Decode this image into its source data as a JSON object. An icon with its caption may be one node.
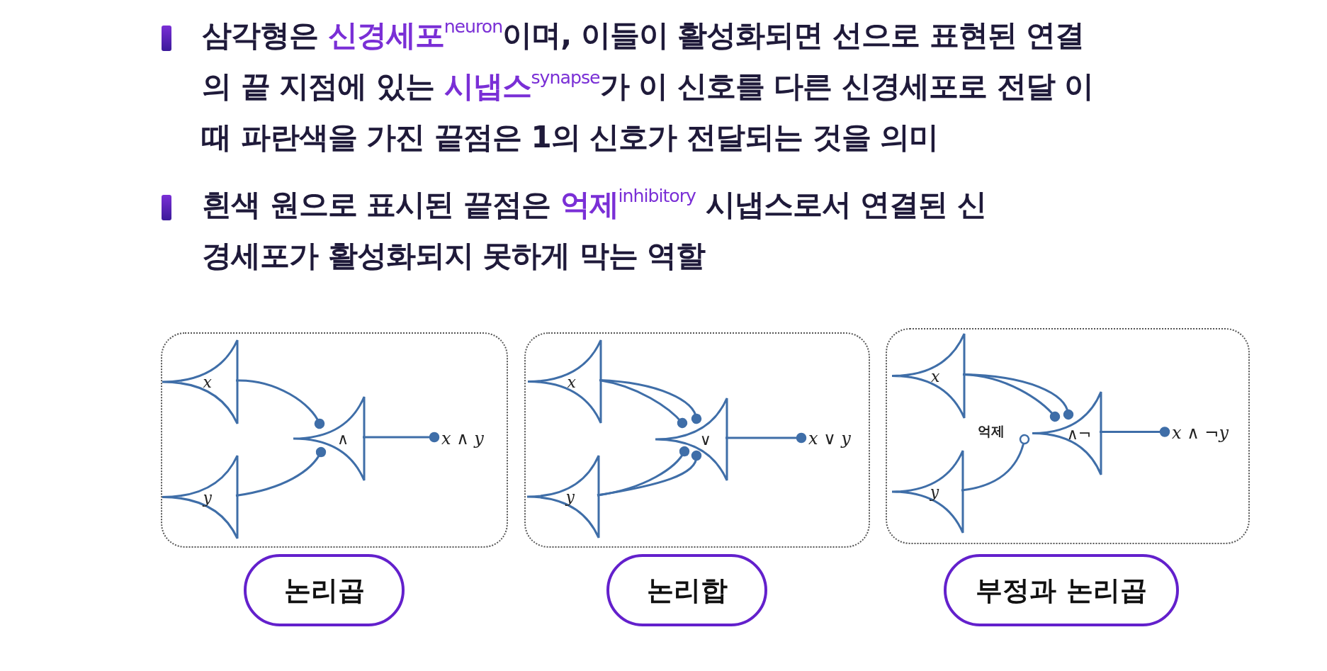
{
  "diagram": {
    "nodes": [
      {
        "text": [],
        "shape": "box"
      },
      {
        "text": [
          "x"
        ],
        "in": 0
      },
      {
        "text": [
          "y"
        ],
        "in": 0
      },
      {
        "text": [
          "∧"
        ],
        "in": 0
      },
      {
        "text": [
          "x ∧ y"
        ],
        "in": 0
      },
      {
        "text": [
          "논리곱"
        ]
      },
      {
        "text": [],
        "shape": "box"
      },
      {
        "text": [
          "x"
        ],
        "in": 6
      },
      {
        "text": [
          "y"
        ],
        "in": 6
      },
      {
        "text": [
          "∨"
        ],
        "in": 6
      },
      {
        "text": [
          "x ∨ y"
        ],
        "in": 6
      },
      {
        "text": [
          "논리합"
        ]
      },
      {
        "text": [],
        "shape": "box"
      },
      {
        "text": [
          "x"
        ],
        "in": 12
      },
      {
        "text": [
          "y"
        ],
        "in": 12
      },
      {
        "text": [
          "∧¬"
        ],
        "in": 12
      },
      {
        "text": [
          "x ∧ ¬y"
        ],
        "in": 12
      },
      {
        "text": [
          "부정과 논리곱"
        ]
      }
    ],
    "edges": [
      {
        "from": 1,
        "to": 3,
        "arrow": "other"
      },
      {
        "from": 2,
        "to": 3,
        "arrow": "other"
      },
      {
        "from": 3,
        "to": 4,
        "arrow": "other"
      },
      {
        "from": 7,
        "to": 9,
        "arrow": "other"
      },
      {
        "from": 7,
        "to": 9,
        "arrow": "other"
      },
      {
        "from": 8,
        "to": 9,
        "arrow": "other"
      },
      {
        "from": 8,
        "to": 9,
        "arrow": "other"
      },
      {
        "from": 9,
        "to": 10,
        "arrow": "other"
      },
      {
        "from": 13,
        "to": 15,
        "arrow": "other"
      },
      {
        "from": 13,
        "to": 15,
        "arrow": "other"
      },
      {
        "from": 14,
        "to": 15,
        "arrow": "other"
      },
      {
        "from": 15,
        "to": 16,
        "arrow": "other"
      }
    ],
    "labels": [
      "삼각형은 **신경세포**$^{neuron}$이며, 이들이 활성화되면 선으로 표현된 연결의 끝 지점에 있는 **시냅스**$^{synapse}$가 이 신호를 다른 신경세포로 전달 이때 파란색을 가진 끝점은 1의 신호가 전달되는 것을 의미",
      "흰색 원으로 표시된 끝점은 **억제**$^{inhibitory}$ 시냅스로서 연결된 신경세포가 활성화되지 못하게 막는 역할",
      "억제"
    ]
  }
}
